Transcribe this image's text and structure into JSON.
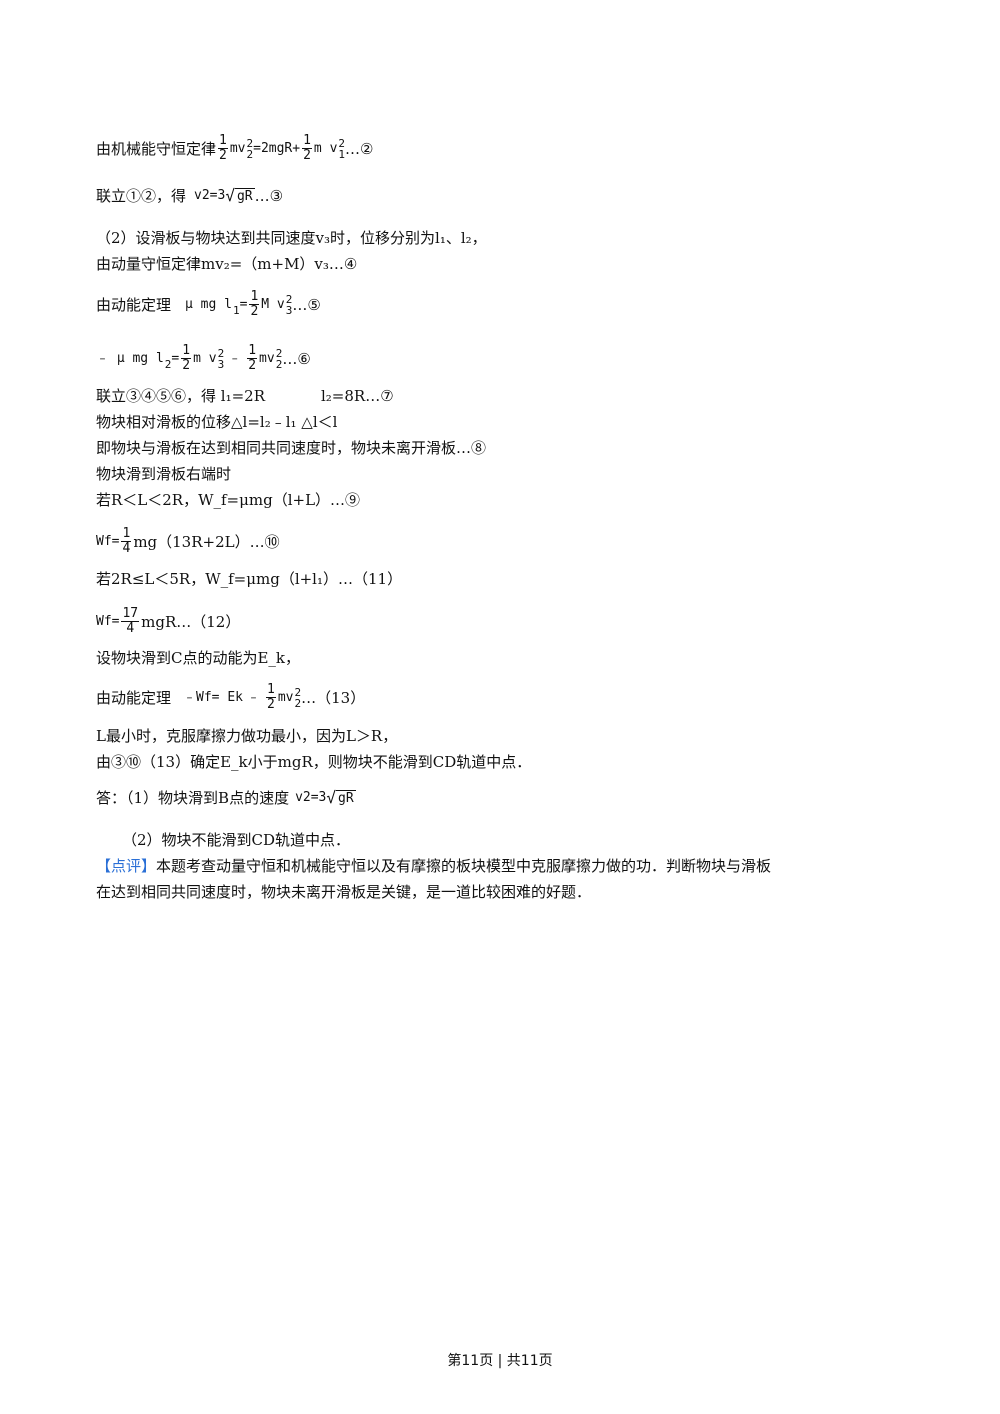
{
  "lines": {
    "l1_text": "由机械能守恒定律",
    "l1_suffix": "…②",
    "l2_text": "联立①②，得",
    "l2_suffix": "…③",
    "l3": "（2）设滑板与物块达到共同速度v₃时，位移分别为l₁、l₂，",
    "l4": "由动量守恒定律mv₂=（m+M）v₃…④",
    "l5_text": "由动能定理",
    "l5_suffix": "…⑤",
    "l6_suffix": "…⑥",
    "l7_a": "联立③④⑤⑥，得 l₁=2R",
    "l7_b": "l₂=8R…⑦",
    "l8": "物块相对滑板的位移△l=l₂﹣l₁ △l＜l",
    "l9": "即物块与滑板在达到相同共同速度时，物块未离开滑板…⑧",
    "l10": "物块滑到滑板右端时",
    "l11": "若R＜L＜2R，W_f=μmg（l+L）…⑨",
    "l12_suffix": "mg（13R+2L）…⑩",
    "l13": "若2R≤L＜5R，W_f=μmg（l+l₁）…（11）",
    "l14_suffix": "mgR…（12）",
    "l15": "设物块滑到C点的动能为E_k，",
    "l16_text": "由动能定理",
    "l16_suffix": "…（13）",
    "l17": "L最小时，克服摩擦力做功最小，因为L＞R，",
    "l18": "由③⑩（13）确定E_k小于mgR，则物块不能滑到CD轨道中点．",
    "l19_text": "答：（1）物块滑到B点的速度",
    "l20": "（2）物块不能滑到CD轨道中点．",
    "comment_label": "【点评】",
    "comment_1": "本题考查动量守恒和机械能守恒以及有摩擦的板块模型中克服摩擦力做的功．判断物块与滑板",
    "comment_2": "在达到相同共同速度时，物块未离开滑板是关键，是一道比较困难的好题．"
  },
  "math": {
    "one": "1",
    "two": "2",
    "four": "4",
    "seventeen": "17",
    "mv": "mv",
    "mv_spaced": "m v",
    "eq_2mgR": "=2mgR+",
    "eq": "=",
    "v2_eq3": "=3",
    "gR": "gR",
    "mu_mg_l": "μ mg l",
    "minus_mu_mg_l": "﹣ μ mg l",
    "M_v": "M v",
    "minus": "﹣",
    "Wf": "W",
    "f": "f",
    "minus_Wf": "﹣W",
    "eq_Ek": "= E",
    "k": "k",
    "sub1": "1",
    "sub2": "2",
    "sub3": "3",
    "v": "v"
  },
  "footer": "第11页 | 共11页"
}
